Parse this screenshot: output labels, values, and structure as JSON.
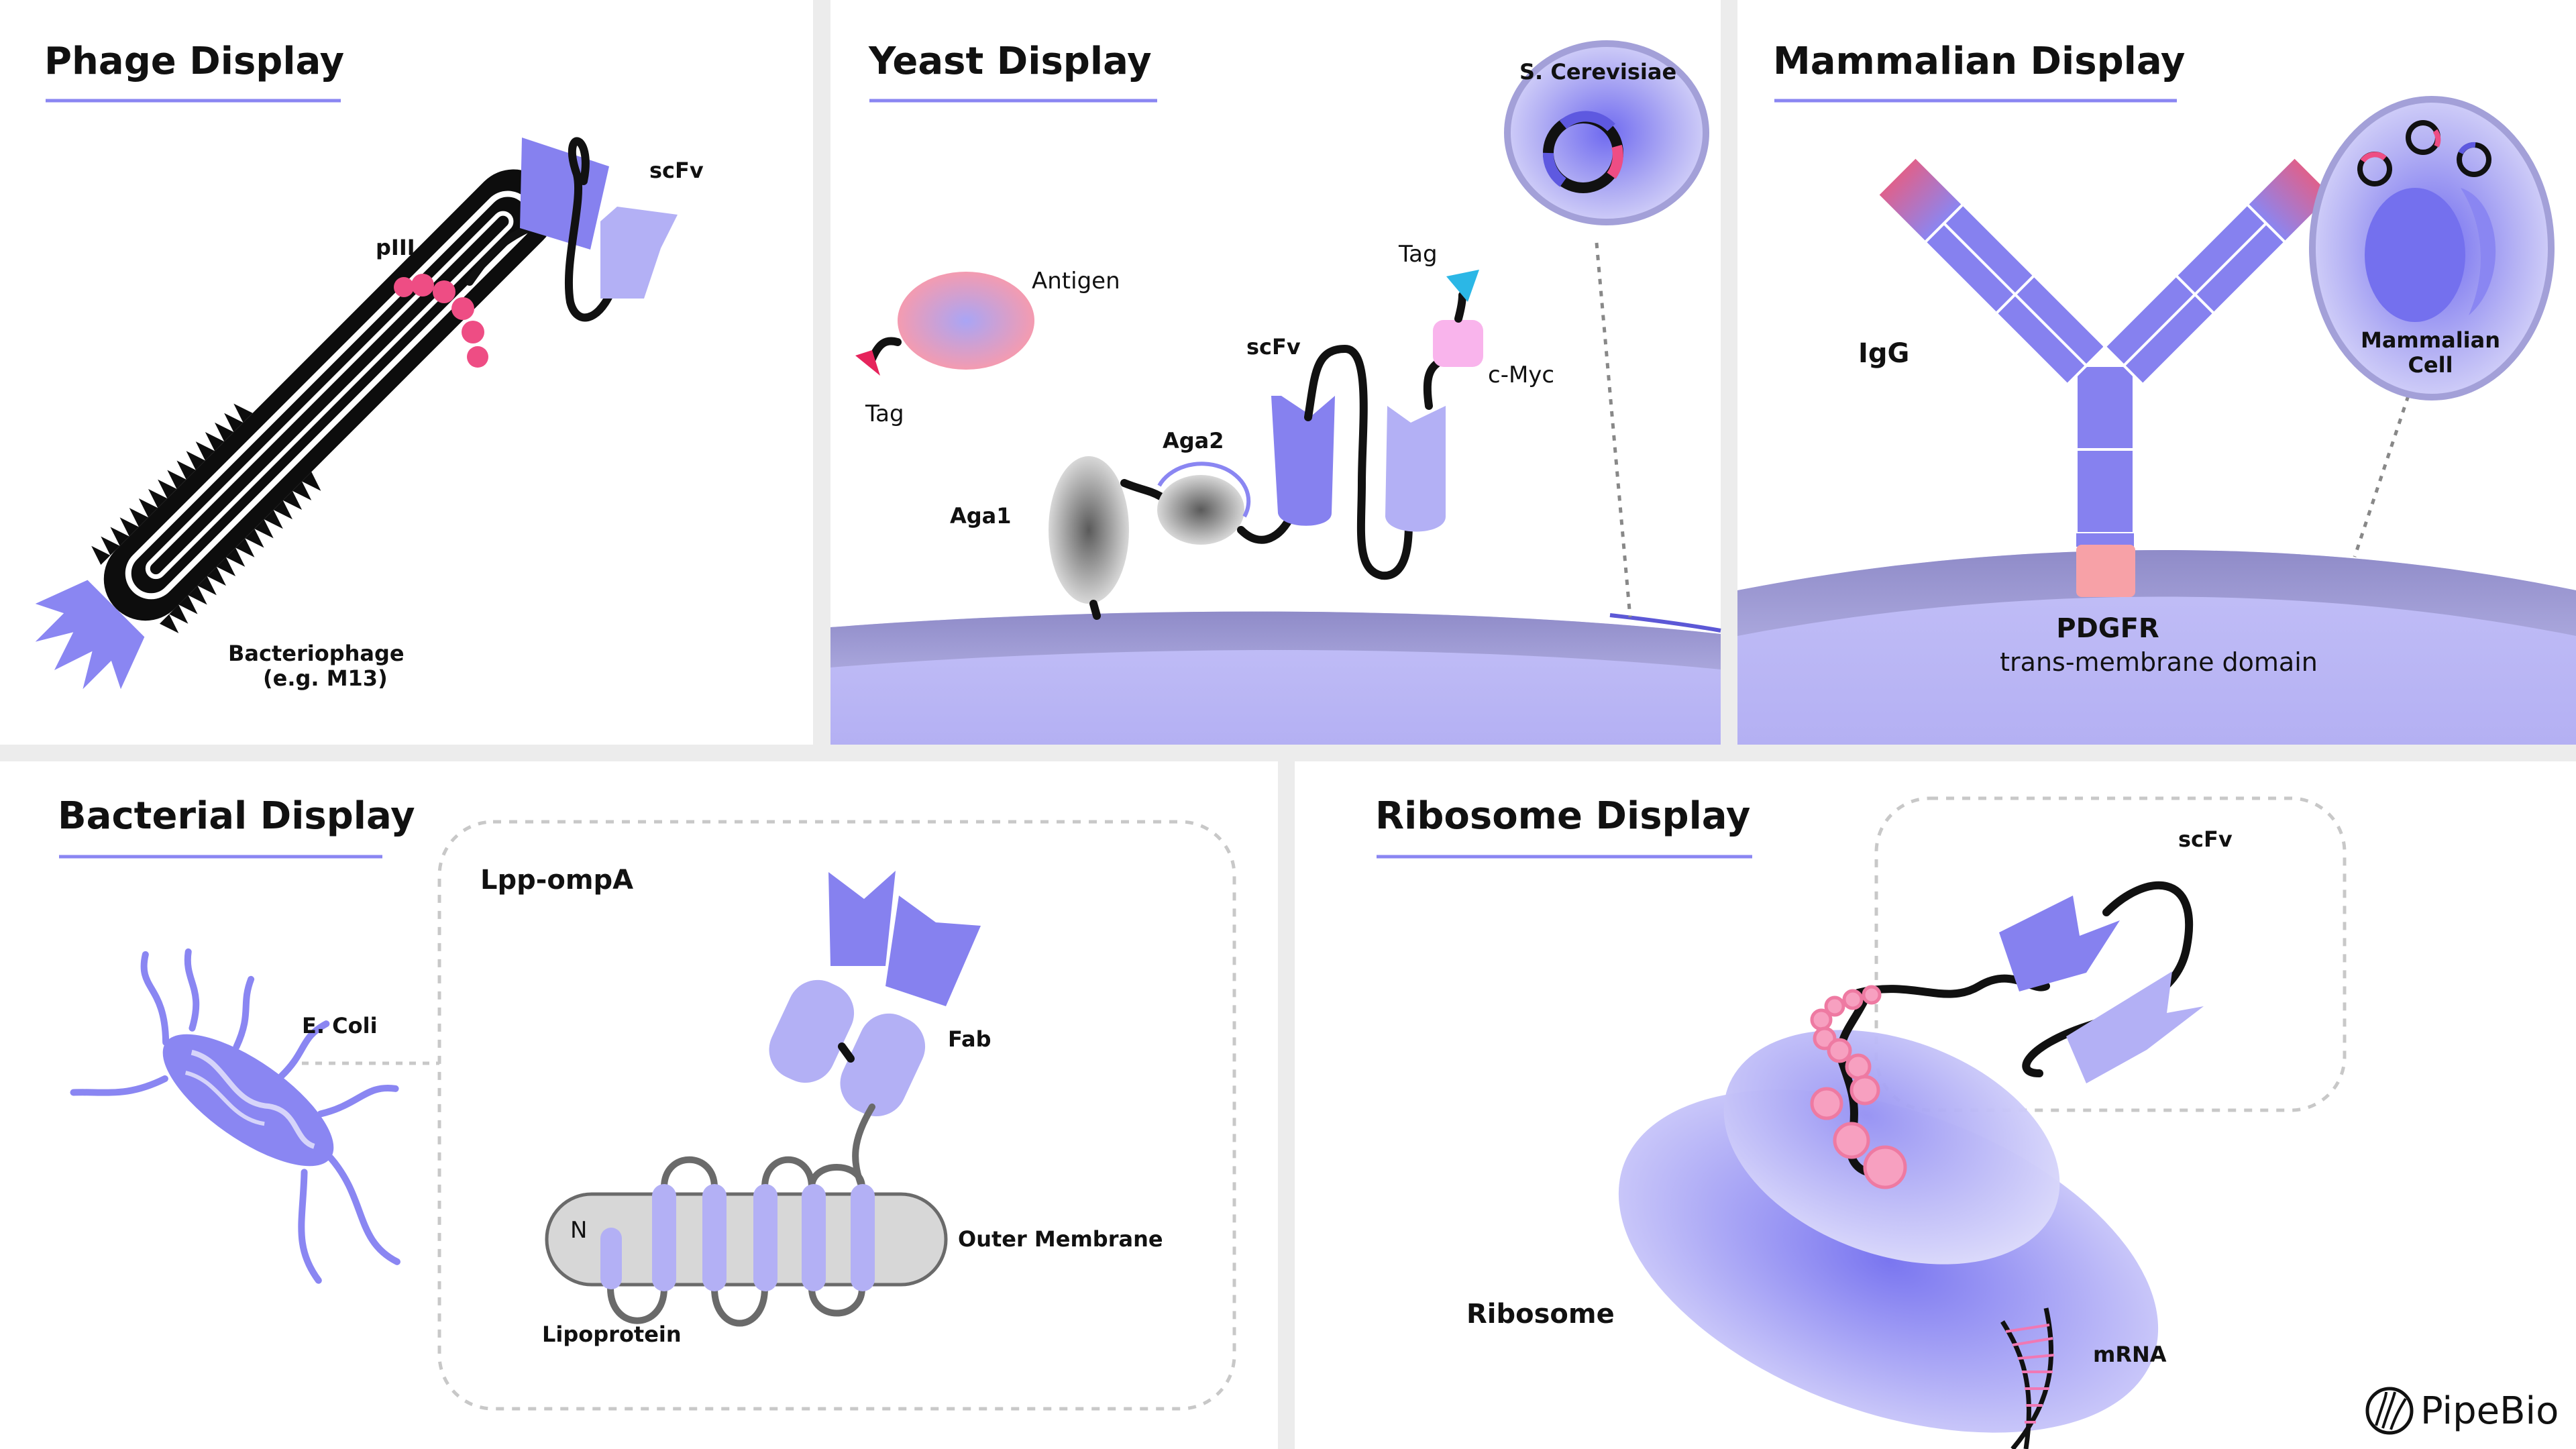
{
  "panels": {
    "phage": {
      "title": "Phage Display",
      "labels": {
        "piii": "pIII",
        "scfv": "scFv",
        "bacteriophage": "Bacteriophage",
        "example": "(e.g. M13)"
      }
    },
    "yeast": {
      "title": "Yeast Display",
      "labels": {
        "cerevisiae": "S. Cerevisiae",
        "antigen": "Antigen",
        "tag_left": "Tag",
        "tag_right": "Tag",
        "cmyc": "c-Myc",
        "scfv": "scFv",
        "aga2": "Aga2",
        "aga1": "Aga1"
      }
    },
    "mammalian": {
      "title": "Mammalian Display",
      "labels": {
        "igg": "IgG",
        "cell_line1": "Mammalian",
        "cell_line2": "Cell",
        "pdgfr": "PDGFR",
        "tm_domain": "trans-membrane domain"
      }
    },
    "bacterial": {
      "title": "Bacterial Display",
      "labels": {
        "ecoli": "E. Coli",
        "lpp": "Lpp-ompA",
        "fab": "Fab",
        "n_term": "N",
        "outer_membrane": "Outer Membrane",
        "lipoprotein": "Lipoprotein"
      }
    },
    "ribosome": {
      "title": "Ribosome Display",
      "labels": {
        "scfv": "scFv",
        "ribosome": "Ribosome",
        "mrna": "mRNA"
      }
    }
  },
  "brand": {
    "name": "PipeBio",
    "logo": "pipebio-logo-icon"
  },
  "colors": {
    "accent": "#8a86f2",
    "scfv_dark": "#8681ef",
    "scfv_light": "#b3b0f5",
    "pink": "#ee4d84",
    "cyan": "#2bb7e6",
    "membrane": "#a3a0d8"
  }
}
